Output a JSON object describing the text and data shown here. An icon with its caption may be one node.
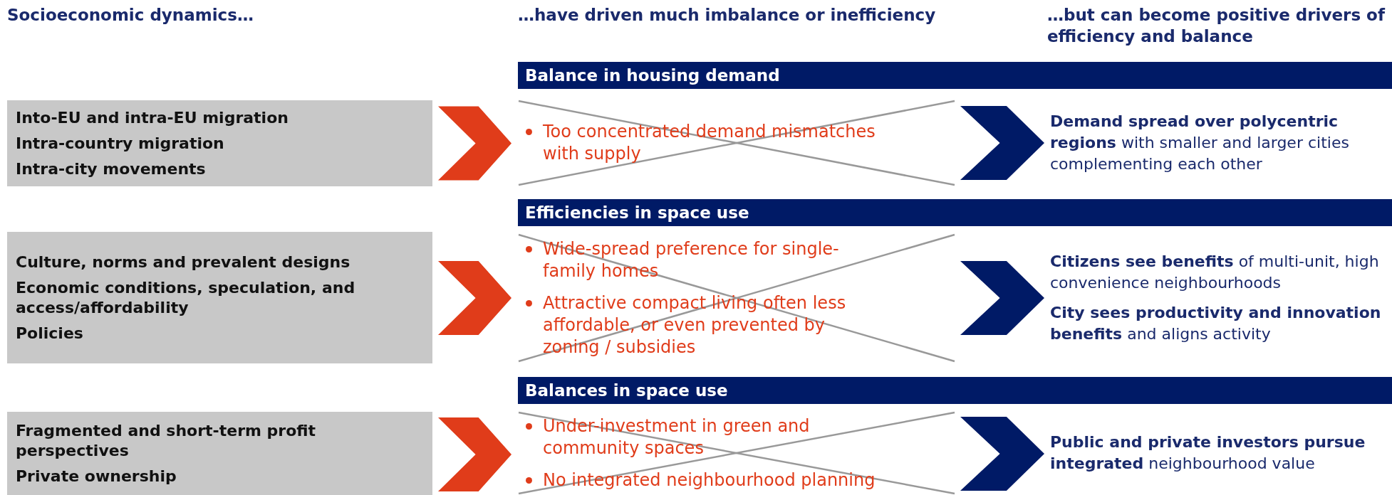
{
  "diagram": {
    "nodes": [
      {
        "text": [
          "Balance in housing demand"
        ]
      },
      {
        "text": [
          "Into-EU and intra-EU migration",
          "Intra-country migration",
          "Intra-city movements"
        ]
      },
      {
        "text": [
          "Too concentrated demand mismatches with supply"
        ]
      },
      {
        "text": [
          "**Demand spread over polycentric regions** with smaller and larger cities complementing each other"
        ]
      },
      {
        "text": [
          "Efficiencies in space use"
        ]
      },
      {
        "text": [
          "Culture, norms and prevalent designs",
          "Economic conditions, speculation, and access/affordability",
          "Policies"
        ]
      },
      {
        "text": [
          "Wide-spread preference for single-family homes",
          "Attractive compact living often less affordable, or even prevented by zoning / subsidies"
        ]
      },
      {
        "text": [
          "**Citizens see benefits** of multi-unit, high convenience neighbourhoods",
          "**City sees productivity and innovation benefits** and aligns activity"
        ]
      },
      {
        "text": [
          "Balances in space use"
        ]
      },
      {
        "text": [
          "Fragmented and short-term profit perspectives",
          "Private ownership"
        ]
      },
      {
        "text": [
          "Under-investment in green and community spaces",
          "No integrated neighbourhood planning"
        ]
      },
      {
        "text": [
          "**Public and private investors pursue integrated** neighbourhood value"
        ]
      }
    ],
    "edges": [
      {
        "from": 1,
        "to": 2,
        "arrow": "to",
        "color": "#e03c1a"
      },
      {
        "from": 2,
        "to": 3,
        "arrow": "to",
        "color": "#001a66"
      },
      {
        "from": 5,
        "to": 6,
        "arrow": "to",
        "color": "#e03c1a"
      },
      {
        "from": 6,
        "to": 7,
        "arrow": "to",
        "color": "#001a66"
      },
      {
        "from": 9,
        "to": 10,
        "arrow": "to",
        "color": "#e03c1a"
      },
      {
        "from": 10,
        "to": 11,
        "arrow": "to",
        "color": "#001a66"
      }
    ],
    "labels": [
      "Socioeconomic dynamics…",
      "…have driven much imbalance or inefficiency",
      "…but can become positive drivers of efficiency and balance"
    ]
  }
}
